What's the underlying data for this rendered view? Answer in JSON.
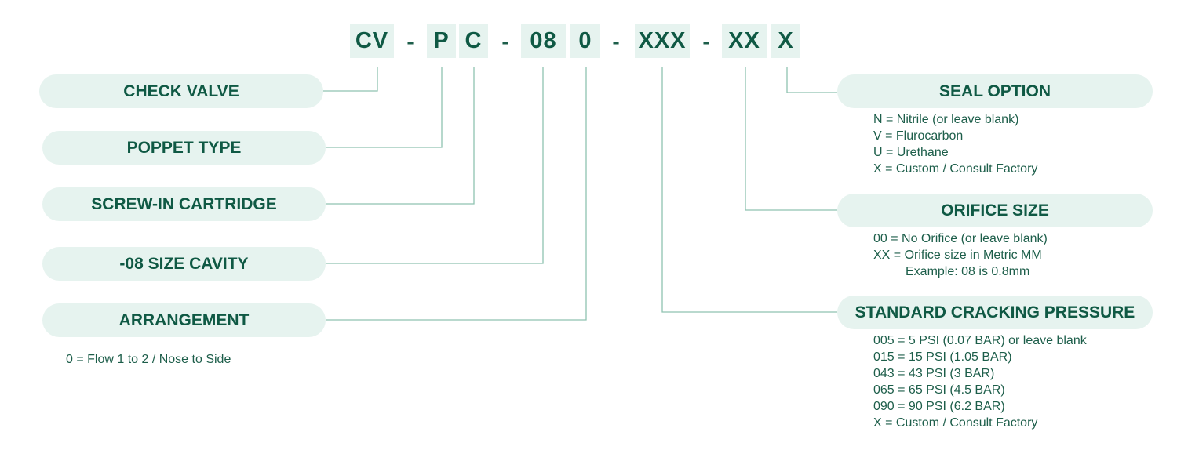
{
  "code": {
    "segments": [
      "CV",
      "P",
      "C",
      "08",
      "0",
      "XXX",
      "XX",
      "X"
    ],
    "separator": "-"
  },
  "left": {
    "check_valve": "CHECK VALVE",
    "poppet_type": "POPPET TYPE",
    "screw_in": "SCREW-IN CARTRIDGE",
    "cavity": "-08 SIZE CAVITY",
    "arrangement": "ARRANGEMENT",
    "arrangement_desc": "0 = Flow 1 to 2 / Nose to Side"
  },
  "right": {
    "seal_option": {
      "title": "SEAL OPTION",
      "lines": [
        "N = Nitrile (or leave blank)",
        "V = Flurocarbon",
        "U = Urethane",
        "X = Custom / Consult Factory"
      ]
    },
    "orifice_size": {
      "title": "ORIFICE SIZE",
      "lines": [
        "00 = No Orifice (or leave blank)",
        "XX = Orifice size in Metric MM",
        "Example: 08 is 0.8mm"
      ]
    },
    "cracking_pressure": {
      "title": "STANDARD CRACKING PRESSURE",
      "lines": [
        "005 = 5 PSI (0.07 BAR) or leave blank",
        "015 = 15 PSI (1.05 BAR)",
        "043 = 43 PSI (3 BAR)",
        "065 = 65 PSI (4.5 BAR)",
        "090 = 90 PSI (6.2 BAR)",
        "X = Custom / Consult Factory"
      ]
    }
  }
}
